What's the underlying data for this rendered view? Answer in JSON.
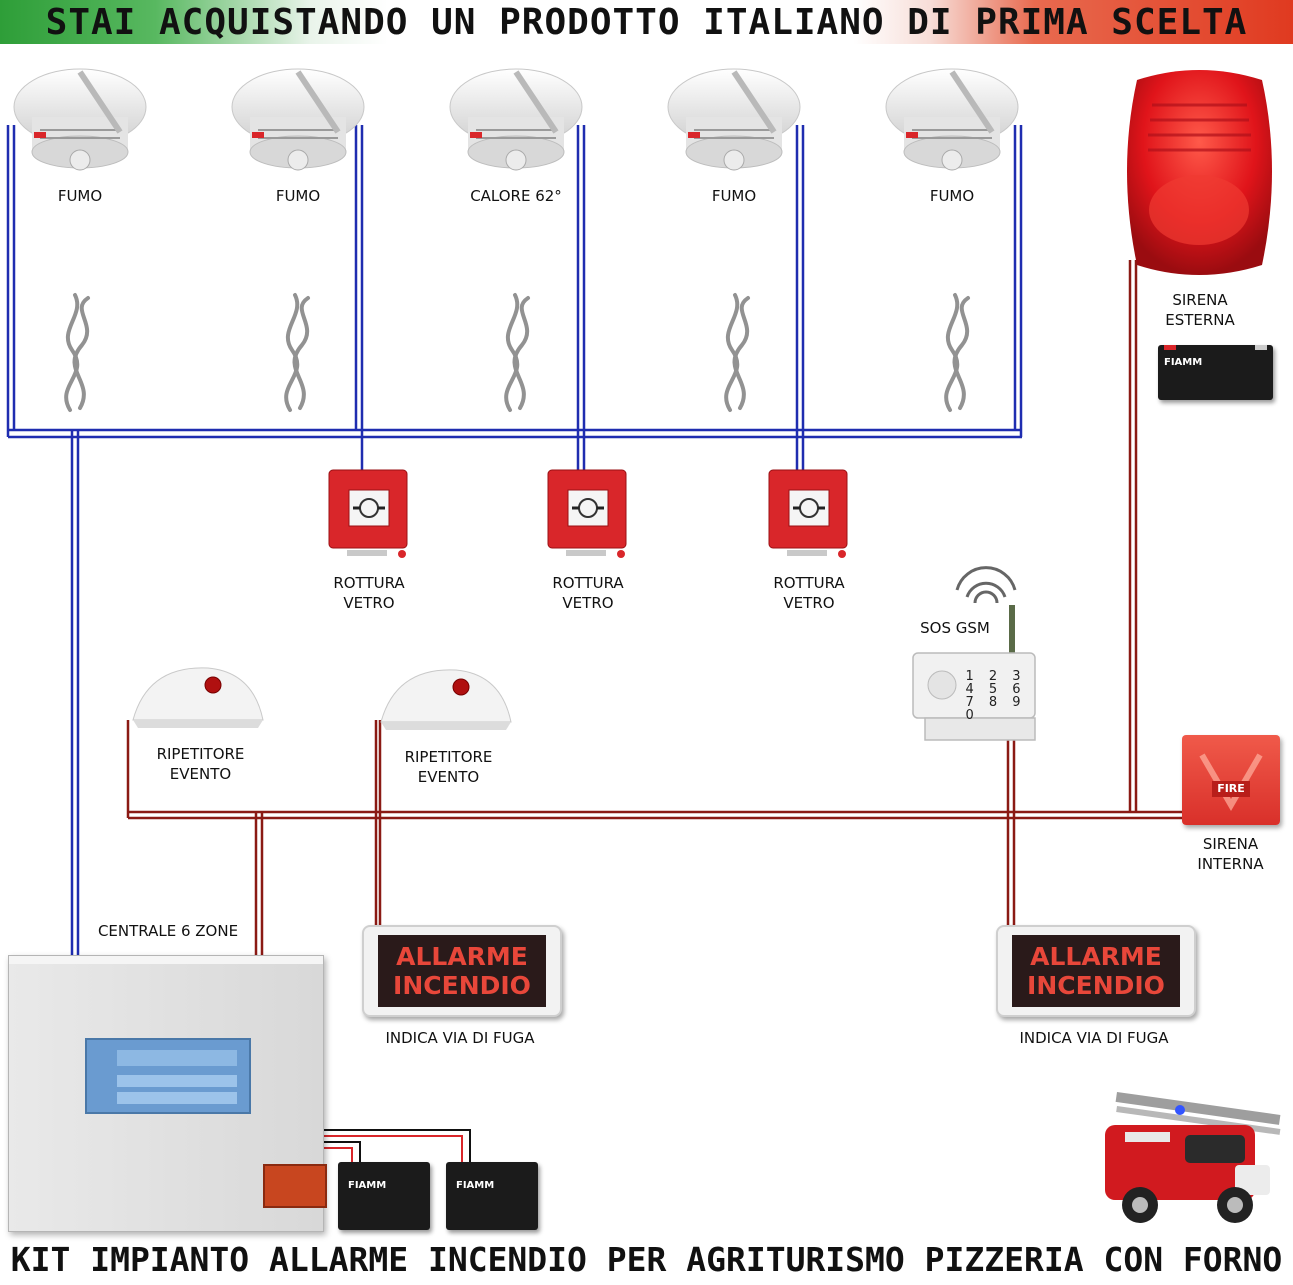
{
  "header": {
    "title": "STAI ACQUISTANDO UN PRODOTTO ITALIANO DI PRIMA SCELTA"
  },
  "footer": {
    "title": "KIT IMPIANTO ALLARME INCENDIO PER AGRITURISMO PIZZERIA CON FORNO"
  },
  "detectors": [
    {
      "label": "FUMO"
    },
    {
      "label": "FUMO"
    },
    {
      "label": "CALORE 62°"
    },
    {
      "label": "FUMO"
    },
    {
      "label": "FUMO"
    }
  ],
  "call_points": [
    {
      "label": "ROTTURA\nVETRO"
    },
    {
      "label": "ROTTURA\nVETRO"
    },
    {
      "label": "ROTTURA\nVETRO"
    }
  ],
  "repeaters": [
    {
      "label": "RIPETITORE\nEVENTO"
    },
    {
      "label": "RIPETITORE\nEVENTO"
    }
  ],
  "gsm": {
    "label": "SOS GSM",
    "keys": [
      "1",
      "2",
      "3",
      "4",
      "5",
      "6",
      "7",
      "8",
      "9",
      "0"
    ]
  },
  "external_siren": {
    "label": "SIRENA\nESTERNA",
    "battery_brand": "FIAMM"
  },
  "internal_siren": {
    "label": "SIRENA\nINTERNA",
    "badge": "FIRE"
  },
  "control_panel": {
    "label": "CENTRALE 6 ZONE"
  },
  "exit_signs": [
    {
      "line1": "ALLARME",
      "line2": "INCENDIO",
      "caption": "INDICA VIA DI FUGA"
    },
    {
      "line1": "ALLARME",
      "line2": "INCENDIO",
      "caption": "INDICA VIA DI FUGA"
    }
  ],
  "batteries": [
    {
      "brand": "FIAMM"
    },
    {
      "brand": "FIAMM"
    }
  ],
  "colors": {
    "zone_wire": "#1f2db0",
    "siren_wire": "#8b1a14",
    "device_red": "#d9262a"
  }
}
